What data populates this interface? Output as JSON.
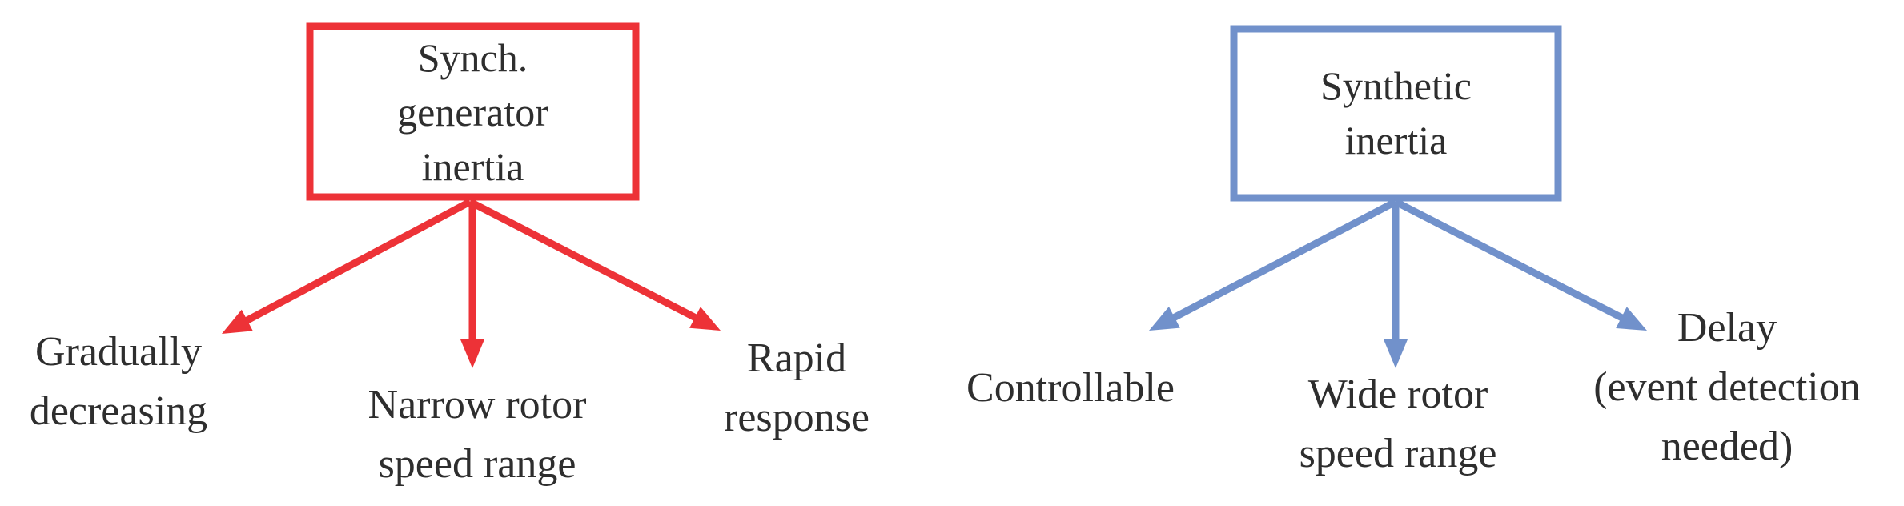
{
  "diagram": {
    "background": "#FFFFFF",
    "text_color": "#2E2E2E",
    "groups": [
      {
        "id": "synchronous-generator-inertia",
        "accent_color": "#ED3237",
        "box_label": "Synch.\ngenerator\ninertia",
        "characteristics": [
          "Gradually\ndecreasing",
          "Narrow rotor\nspeed range",
          "Rapid\nresponse"
        ]
      },
      {
        "id": "synthetic-inertia",
        "accent_color": "#7191CB",
        "box_label": "Synthetic\ninertia",
        "characteristics": [
          "Controllable",
          "Wide rotor\nspeed range",
          "Delay\n(event detection\nneeded)"
        ]
      }
    ]
  }
}
